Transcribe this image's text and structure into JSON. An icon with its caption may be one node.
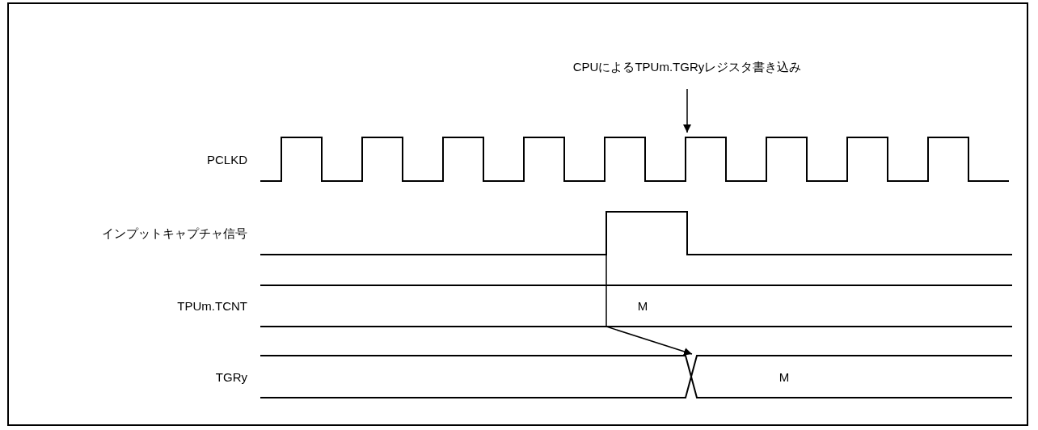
{
  "diagram": {
    "nodes": [
      {
        "text": [
          "CPUによるTPUm.TGRyレジスタ書き込み"
        ]
      },
      {
        "text": [],
        "shape": "waveform"
      },
      {
        "text": [],
        "shape": "waveform"
      },
      {
        "text": [
          "M"
        ]
      }
    ],
    "edges": [
      {
        "from": 0,
        "to": 1,
        "arrow": "to"
      },
      {
        "from": 2,
        "to": 3,
        "arrow": "to"
      }
    ],
    "labels": [
      "PCLKD",
      "インプットキャプチャ信号",
      "TPUm.TCNT",
      "M",
      "TGRy"
    ]
  }
}
